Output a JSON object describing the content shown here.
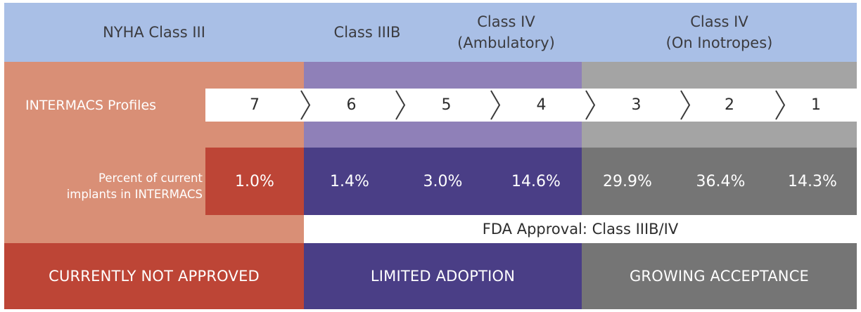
{
  "header": {
    "nyha_class_iii": "NYHA Class III",
    "class_iiib": "Class IIIB",
    "class_iv_ambulatory_line1": "Class IV",
    "class_iv_ambulatory_line2": "(Ambulatory)",
    "class_iv_inotropes_line1": "Class IV",
    "class_iv_inotropes_line2": "(On Inotropes)"
  },
  "intermacs": {
    "label": "INTERMACS Profiles",
    "profiles": [
      "7",
      "6",
      "5",
      "4",
      "3",
      "2",
      "1"
    ]
  },
  "implants": {
    "label_line1": "Percent of current",
    "label_line2": "implants in INTERMACS",
    "values": [
      "1.0%",
      "1.4%",
      "3.0%",
      "14.6%",
      "29.9%",
      "36.4%",
      "14.3%"
    ]
  },
  "fda": {
    "label": "FDA Approval: Class IIIB/IV"
  },
  "bottom": {
    "not_approved": "CURRENTLY NOT APPROVED",
    "limited": "LIMITED ADOPTION",
    "growing": "GROWING ACCEPTANCE"
  },
  "colors": {
    "header": "#a9bfe6",
    "orange": "#d98f76",
    "red": "#bd4536",
    "purple_light": "#8f80b8",
    "purple_dark": "#4a3e86",
    "gray_light": "#a4a4a4",
    "gray_dark": "#757575"
  }
}
